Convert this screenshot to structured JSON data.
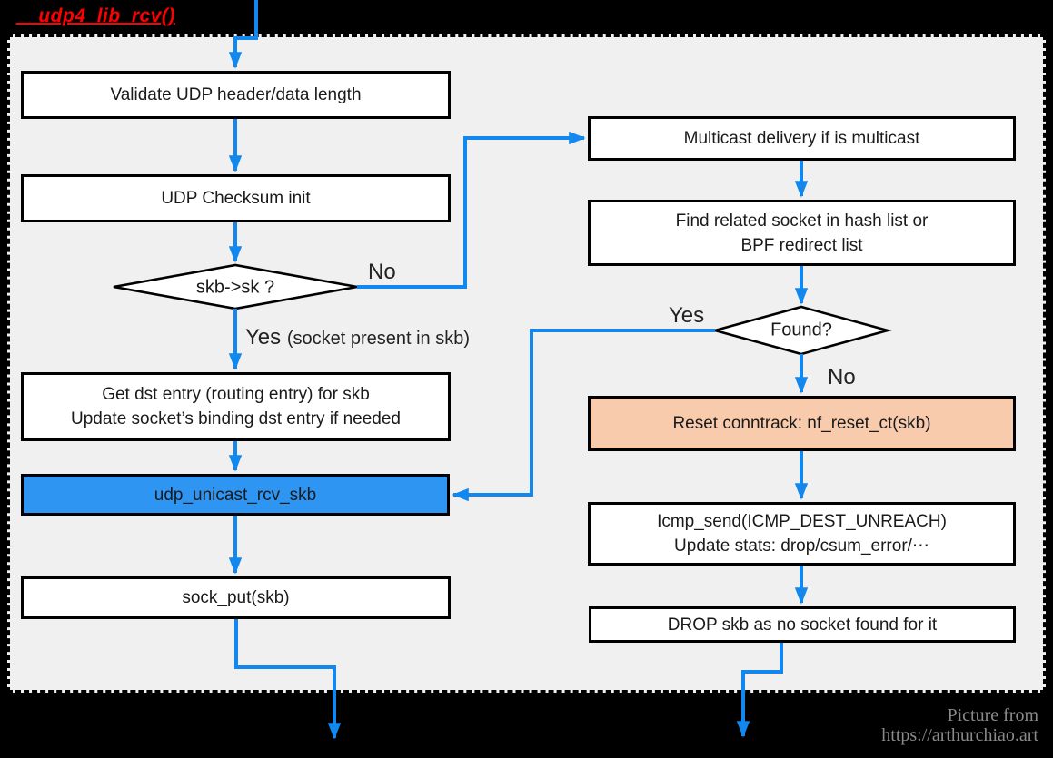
{
  "title": "__udp4_lib_rcv()",
  "nodes": {
    "validate": {
      "label": "Validate UDP header/data length"
    },
    "checksum": {
      "label": "UDP Checksum init"
    },
    "skb_sk": {
      "label": "skb->sk ?"
    },
    "get_dst": {
      "line1": "Get dst entry (routing entry) for skb",
      "line2": "Update socket’s binding dst entry if needed"
    },
    "unicast": {
      "label": "udp_unicast_rcv_skb"
    },
    "sock_put": {
      "label": "sock_put(skb)"
    },
    "multicast": {
      "label": "Multicast delivery if is multicast"
    },
    "find_socket": {
      "line1": "Find related socket in hash list or",
      "line2": "BPF redirect list"
    },
    "found": {
      "label": "Found?"
    },
    "reset_conntrack": {
      "label": "Reset conntrack: nf_reset_ct(skb)"
    },
    "icmp_send": {
      "line1": "Icmp_send(ICMP_DEST_UNREACH)",
      "line2": "Update stats: drop/csum_error/⋯"
    },
    "drop": {
      "label": "DROP skb as no socket found for it"
    }
  },
  "edge_labels": {
    "skb_sk_no": "No",
    "skb_sk_yes": "Yes",
    "skb_sk_yes_note": "(socket present in skb)",
    "found_yes": "Yes",
    "found_no": "No"
  },
  "attribution": {
    "line1": "Picture from",
    "line2": "https://arthurchiao.art"
  },
  "colors": {
    "arrow_blue": "#1287ED",
    "unicast_fill": "#2E96F2",
    "conntrack_fill": "#F8CBAD",
    "title_red": "#FF0000",
    "panel_bg": "#F0F0F0",
    "attribution_gray": "#8A8A8A"
  }
}
